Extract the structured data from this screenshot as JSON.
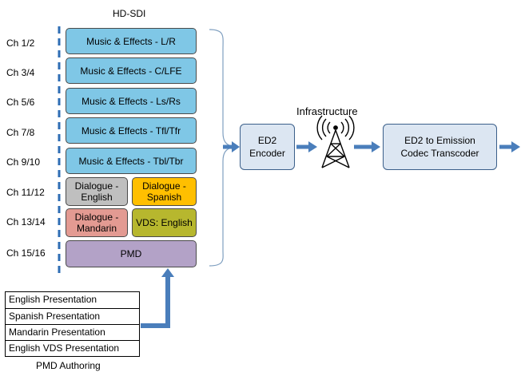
{
  "sdi_label": "HD-SDI",
  "channels": [
    {
      "label": "Ch 1/2",
      "blocks": [
        {
          "text": "Music & Effects - L/R",
          "color": "#7fc7e6"
        }
      ]
    },
    {
      "label": "Ch 3/4",
      "blocks": [
        {
          "text": "Music & Effects - C/LFE",
          "color": "#7fc7e6"
        }
      ]
    },
    {
      "label": "Ch 5/6",
      "blocks": [
        {
          "text": "Music & Effects - Ls/Rs",
          "color": "#7fc7e6"
        }
      ]
    },
    {
      "label": "Ch 7/8",
      "blocks": [
        {
          "text": "Music & Effects - Tfl/Tfr",
          "color": "#7fc7e6"
        }
      ]
    },
    {
      "label": "Ch 9/10",
      "blocks": [
        {
          "text": "Music & Effects - Tbl/Tbr",
          "color": "#7fc7e6"
        }
      ]
    },
    {
      "label": "Ch 11/12",
      "blocks": [
        {
          "text": "Dialogue - English",
          "color": "#bfbfbf"
        },
        {
          "text": "Dialogue - Spanish",
          "color": "#ffbf00"
        }
      ]
    },
    {
      "label": "Ch 13/14",
      "blocks": [
        {
          "text": "Dialogue - Mandarin",
          "color": "#e39a92"
        },
        {
          "text": "VDS: English",
          "color": "#b7b72e"
        }
      ]
    },
    {
      "label": "Ch 15/16",
      "blocks": [
        {
          "text": "PMD",
          "color": "#b3a2c7"
        }
      ]
    }
  ],
  "infrastructure_label": "Infrastructure",
  "encoder": {
    "line1": "ED2",
    "line2": "Encoder"
  },
  "transcoder": {
    "line1": "ED2 to Emission",
    "line2": "Codec Transcoder"
  },
  "presentations": [
    "English Presentation",
    "Spanish Presentation",
    "Mandarin Presentation",
    "English VDS Presentation"
  ],
  "authoring_label": "PMD Authoring",
  "colors": {
    "arrow": "#4a7ebb",
    "dashed_line": "#2e6db4",
    "brace": "#7f9fc0"
  },
  "icons": {
    "antenna": "broadcast-tower-icon"
  }
}
